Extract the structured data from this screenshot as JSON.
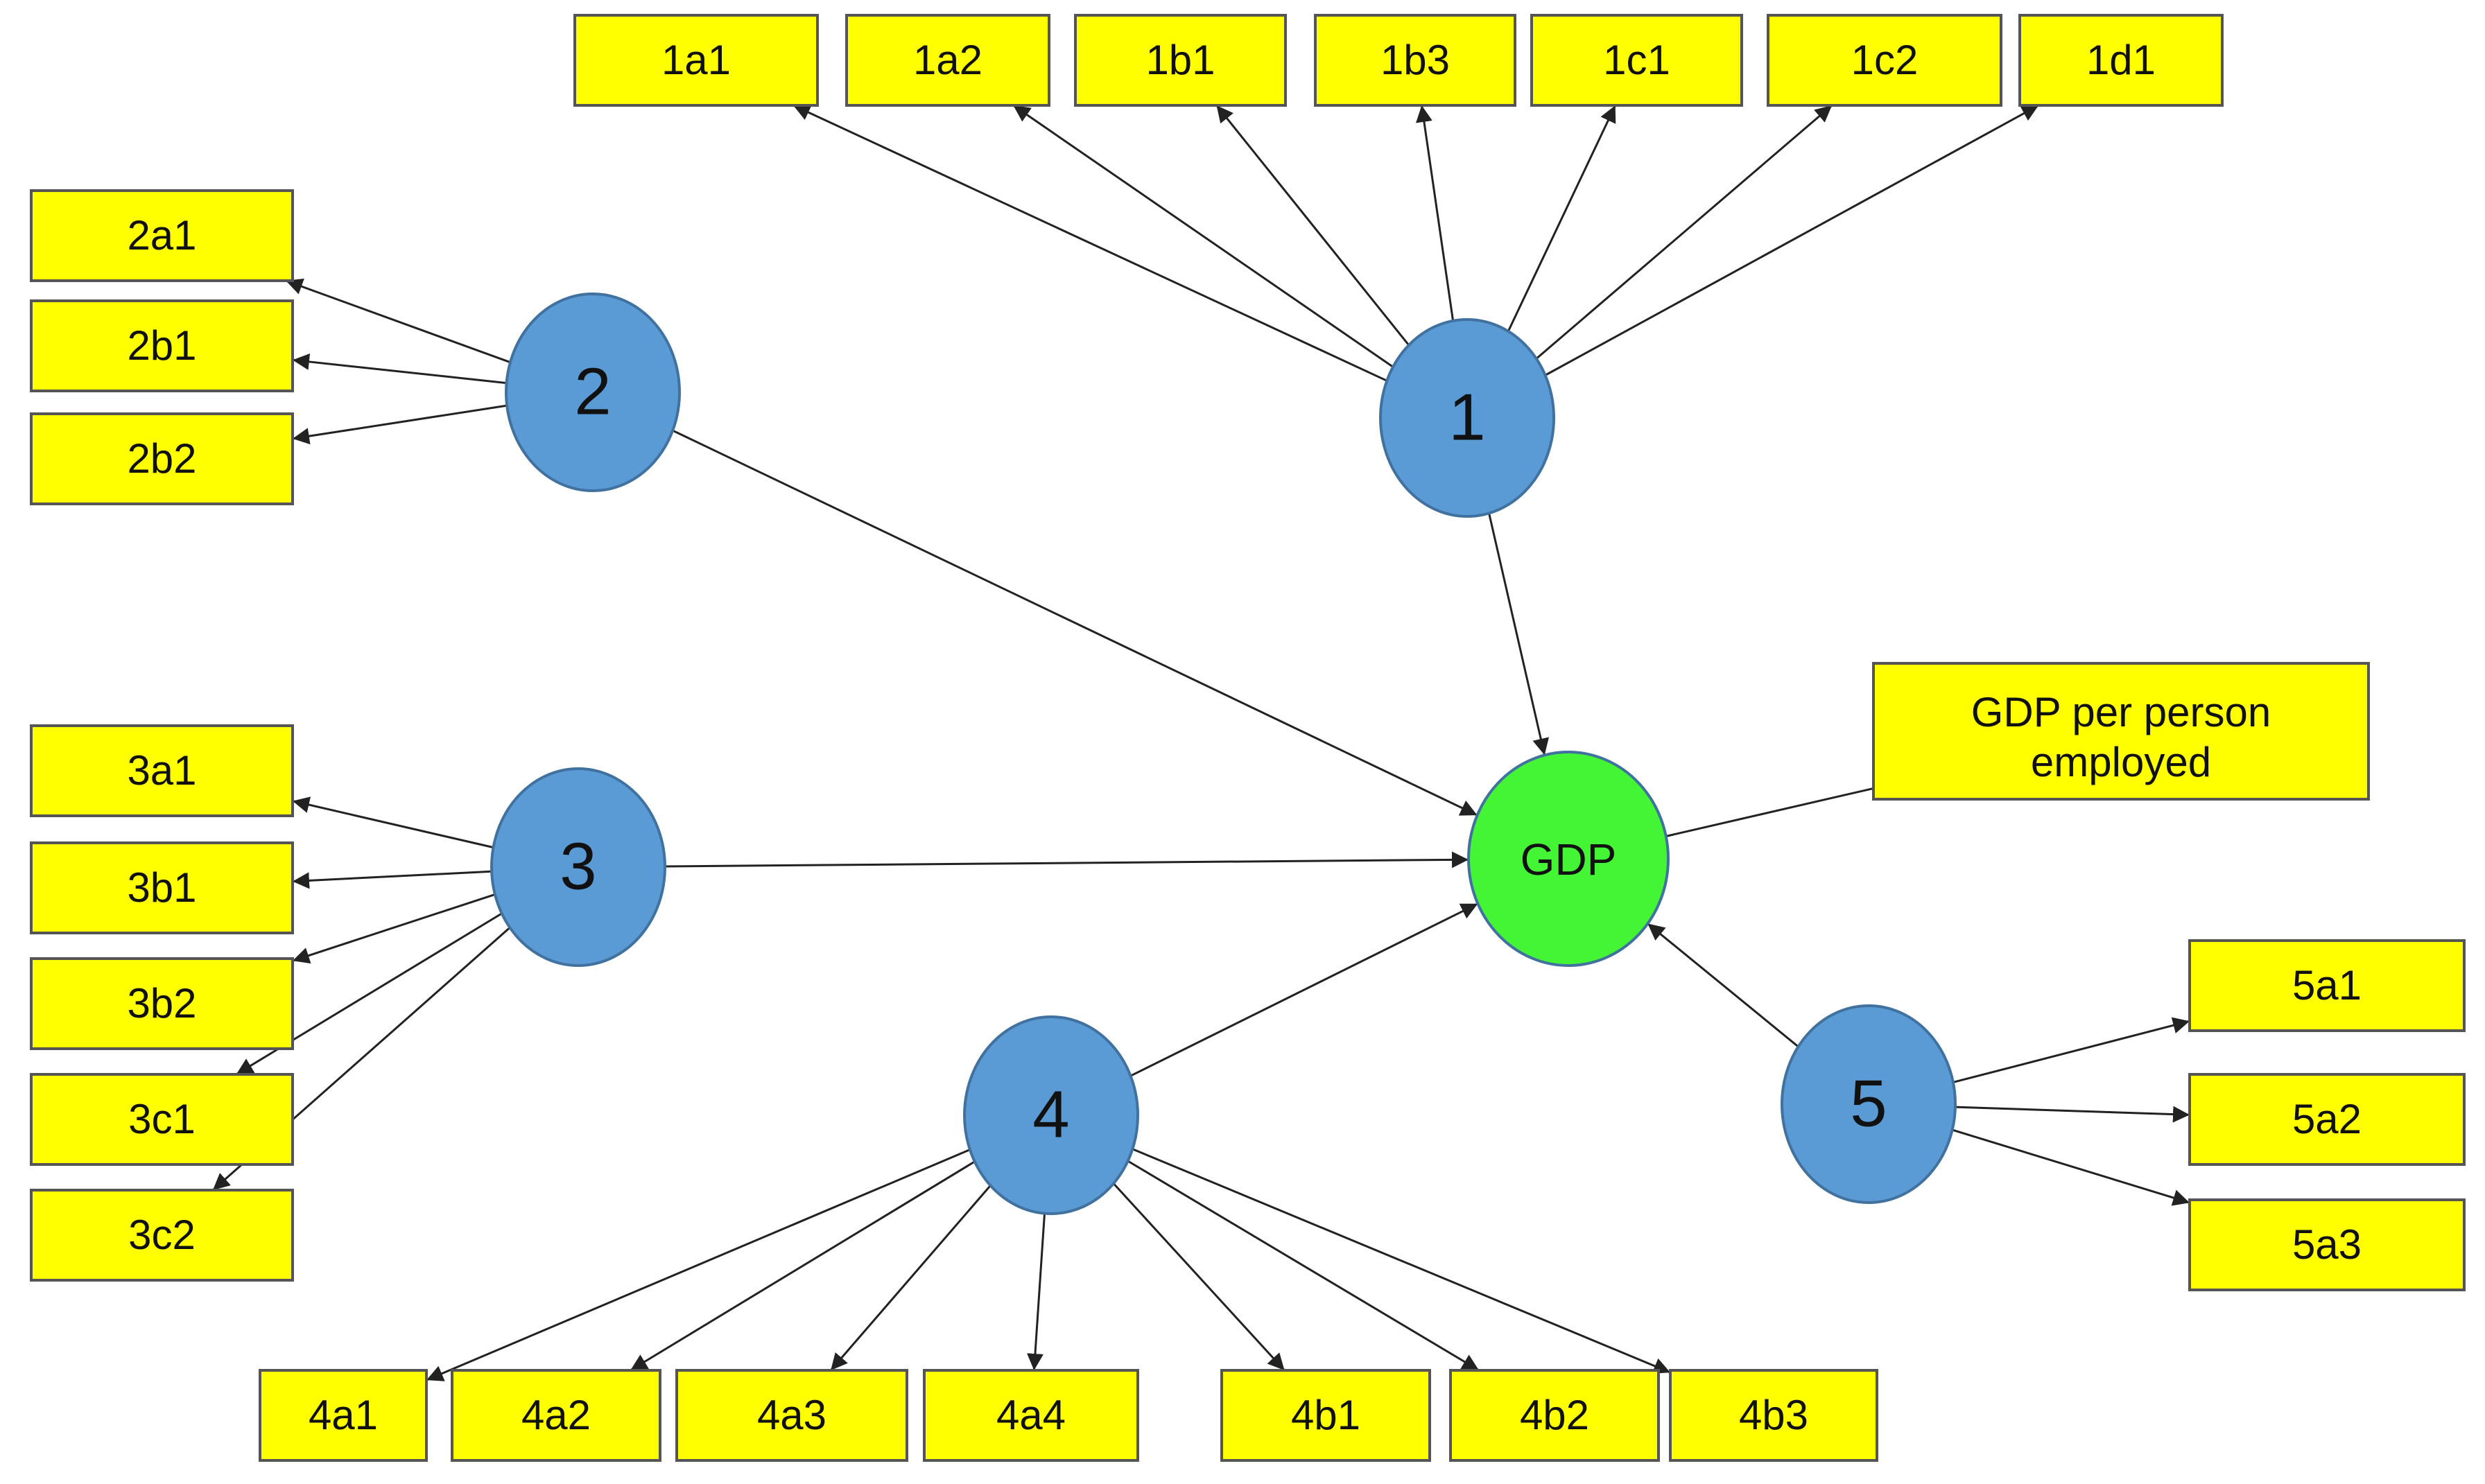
{
  "colors": {
    "indicator_box": "#ffff00",
    "factor_node": "#5b9bd5",
    "outcome_node": "#44f535",
    "edge": "#222222"
  },
  "outcome": {
    "id": "GDP",
    "label": "GDP"
  },
  "outcome_indicator": {
    "id": "gdp-pp",
    "line1": "GDP per person",
    "line2": "employed"
  },
  "factors": [
    {
      "id": "1",
      "label": "1"
    },
    {
      "id": "2",
      "label": "2"
    },
    {
      "id": "3",
      "label": "3"
    },
    {
      "id": "4",
      "label": "4"
    },
    {
      "id": "5",
      "label": "5"
    }
  ],
  "indicators": [
    {
      "id": "1a1",
      "label": "1a1"
    },
    {
      "id": "1a2",
      "label": "1a2"
    },
    {
      "id": "1b1",
      "label": "1b1"
    },
    {
      "id": "1b3",
      "label": "1b3"
    },
    {
      "id": "1c1",
      "label": "1c1"
    },
    {
      "id": "1c2",
      "label": "1c2"
    },
    {
      "id": "1d1",
      "label": "1d1"
    },
    {
      "id": "2a1",
      "label": "2a1"
    },
    {
      "id": "2b1",
      "label": "2b1"
    },
    {
      "id": "2b2",
      "label": "2b2"
    },
    {
      "id": "3a1",
      "label": "3a1"
    },
    {
      "id": "3b1",
      "label": "3b1"
    },
    {
      "id": "3b2",
      "label": "3b2"
    },
    {
      "id": "3c1",
      "label": "3c1"
    },
    {
      "id": "3c2",
      "label": "3c2"
    },
    {
      "id": "4a1",
      "label": "4a1"
    },
    {
      "id": "4a2",
      "label": "4a2"
    },
    {
      "id": "4a3",
      "label": "4a3"
    },
    {
      "id": "4a4",
      "label": "4a4"
    },
    {
      "id": "4b1",
      "label": "4b1"
    },
    {
      "id": "4b2",
      "label": "4b2"
    },
    {
      "id": "4b3",
      "label": "4b3"
    },
    {
      "id": "5a1",
      "label": "5a1"
    },
    {
      "id": "5a2",
      "label": "5a2"
    },
    {
      "id": "5a3",
      "label": "5a3"
    }
  ],
  "edges": [
    {
      "from": "1",
      "to": "1a1"
    },
    {
      "from": "1",
      "to": "1a2"
    },
    {
      "from": "1",
      "to": "1b1"
    },
    {
      "from": "1",
      "to": "1b3"
    },
    {
      "from": "1",
      "to": "1c1"
    },
    {
      "from": "1",
      "to": "1c2"
    },
    {
      "from": "1",
      "to": "1d1"
    },
    {
      "from": "2",
      "to": "2a1"
    },
    {
      "from": "2",
      "to": "2b1"
    },
    {
      "from": "2",
      "to": "2b2"
    },
    {
      "from": "3",
      "to": "3a1"
    },
    {
      "from": "3",
      "to": "3b1"
    },
    {
      "from": "3",
      "to": "3b2"
    },
    {
      "from": "3",
      "to": "3c1"
    },
    {
      "from": "3",
      "to": "3c2"
    },
    {
      "from": "4",
      "to": "4a1"
    },
    {
      "from": "4",
      "to": "4a2"
    },
    {
      "from": "4",
      "to": "4a3"
    },
    {
      "from": "4",
      "to": "4a4"
    },
    {
      "from": "4",
      "to": "4b1"
    },
    {
      "from": "4",
      "to": "4b2"
    },
    {
      "from": "4",
      "to": "4b3"
    },
    {
      "from": "5",
      "to": "5a1"
    },
    {
      "from": "5",
      "to": "5a2"
    },
    {
      "from": "5",
      "to": "5a3"
    },
    {
      "from": "1",
      "to": "GDP"
    },
    {
      "from": "2",
      "to": "GDP"
    },
    {
      "from": "3",
      "to": "GDP"
    },
    {
      "from": "4",
      "to": "GDP"
    },
    {
      "from": "5",
      "to": "GDP"
    },
    {
      "from": "GDP",
      "to": "gdp-pp",
      "arrow": false
    }
  ]
}
